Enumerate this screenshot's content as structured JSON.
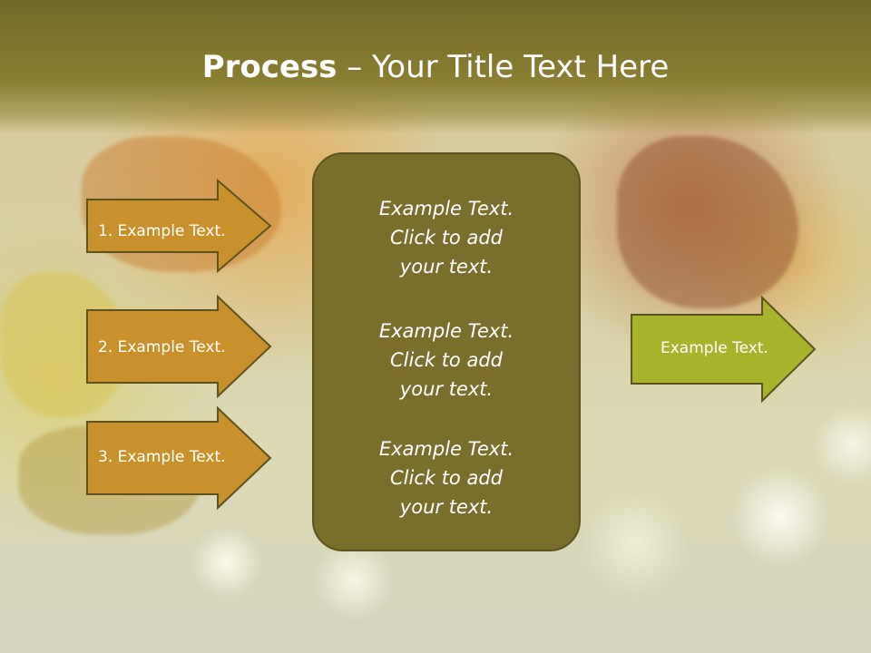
{
  "slide": {
    "title_bold": "Process",
    "title_rest": " – Your Title Text Here"
  },
  "left_arrows": [
    {
      "label": "1. Example Text."
    },
    {
      "label": "2. Example Text."
    },
    {
      "label": "3. Example Text."
    }
  ],
  "center_box": {
    "paragraphs": [
      [
        "Example Text.",
        "Click  to add",
        "your text."
      ],
      [
        "Example Text.",
        "Click  to add",
        "your text."
      ],
      [
        "Example Text.",
        "Click  to add",
        "your text."
      ]
    ]
  },
  "right_arrow": {
    "label": "Example Text."
  },
  "colors": {
    "title_bar": "#7c7130",
    "left_arrow_fill": "#c9912b",
    "center_box_fill": "#7a6e2c",
    "right_arrow_fill": "#a8b32c",
    "outline": "#5c5320"
  }
}
